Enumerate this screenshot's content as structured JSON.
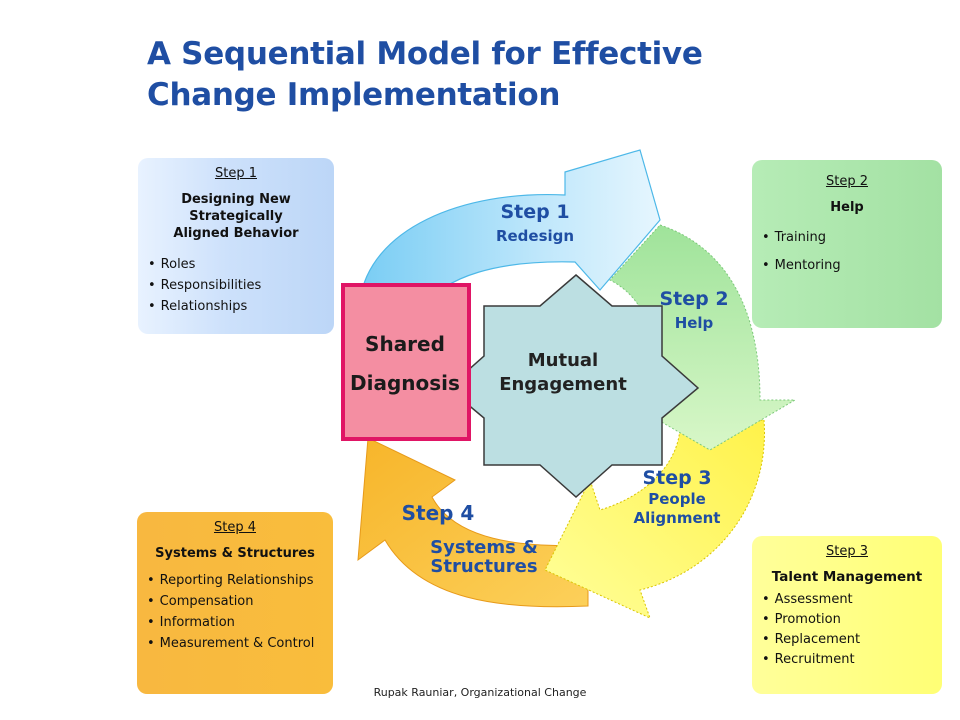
{
  "title": {
    "line1": "A Sequential Model for Effective",
    "line2": "Change Implementation"
  },
  "cycle": {
    "step1": {
      "label": "Step 1",
      "sub": "Redesign",
      "color": "#9fdcfb"
    },
    "step2": {
      "label": "Step 2",
      "sub": "Help",
      "color": "#b7ecaa"
    },
    "step3": {
      "label": "Step 3",
      "sub1": "People",
      "sub2": "Alignment",
      "color": "#fff76a"
    },
    "step4": {
      "label": "Step 4",
      "sub1": "Systems &",
      "sub2": "Structures",
      "color": "#fbc23a"
    },
    "shared": {
      "line1": "Shared",
      "line2": "Diagnosis",
      "color": "#f38ca0",
      "border": "#e01565"
    },
    "center": {
      "line1": "Mutual",
      "line2": "Engagement",
      "color": "#b8dde0"
    }
  },
  "boxes": {
    "step1": {
      "step": "Step 1",
      "heading_lines": [
        "Designing New",
        "Strategically",
        "Aligned Behavior"
      ],
      "items": [
        "Roles",
        "Responsibilities",
        "Relationships"
      ]
    },
    "step2": {
      "step": "Step 2",
      "heading": "Help",
      "items": [
        "Training",
        "Mentoring"
      ]
    },
    "step3": {
      "step": "Step 3",
      "heading": "Talent Management",
      "items": [
        "Assessment",
        "Promotion",
        "Replacement",
        "Recruitment"
      ]
    },
    "step4": {
      "step": "Step 4",
      "heading": "Systems & Structures",
      "items": [
        "Reporting Relationships",
        "Compensation",
        "Information",
        "Measurement  & Control"
      ]
    }
  },
  "colors": {
    "title": "#1f4ea3",
    "arrow_text": "#1f4ea3"
  },
  "footer": "Rupak Rauniar, Organizational Change"
}
